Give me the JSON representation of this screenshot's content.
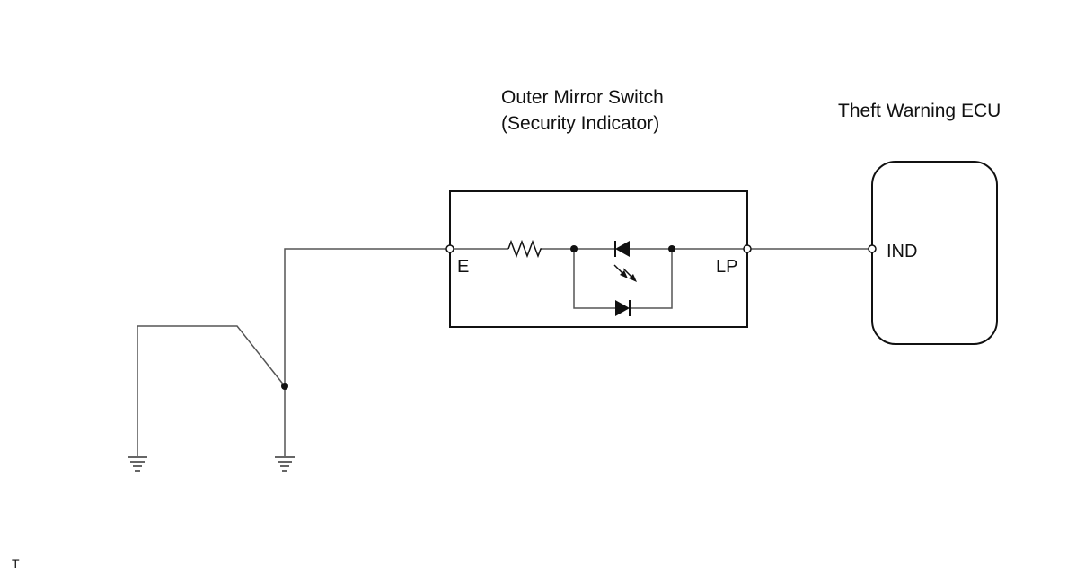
{
  "components": {
    "switch_title_line1": "Outer Mirror Switch",
    "switch_title_line2": "(Security Indicator)",
    "ecu_title": "Theft Warning ECU"
  },
  "pins": {
    "e": "E",
    "lp": "LP",
    "ind": "IND"
  },
  "footer": {
    "code": "T"
  },
  "colors": {
    "stroke": "#111111",
    "wire": "#555555",
    "background": "#ffffff"
  }
}
